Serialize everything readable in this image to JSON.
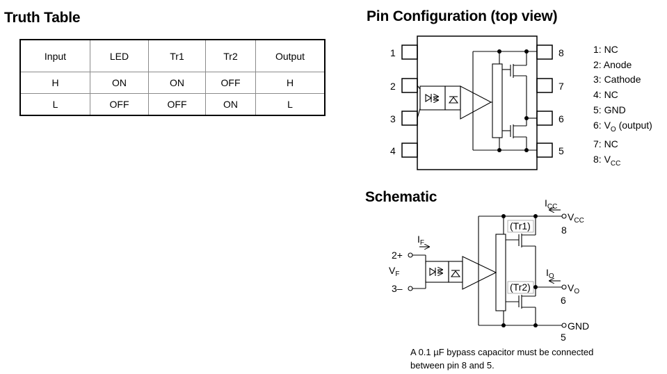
{
  "truth_table": {
    "title": "Truth Table",
    "headers": [
      "Input",
      "LED",
      "Tr1",
      "Tr2",
      "Output"
    ],
    "rows": [
      [
        "H",
        "ON",
        "ON",
        "OFF",
        "H"
      ],
      [
        "L",
        "OFF",
        "OFF",
        "ON",
        "L"
      ]
    ]
  },
  "pin_config": {
    "title": "Pin Configuration (top view)",
    "pin_numbers": {
      "p1": "1",
      "p2": "2",
      "p3": "3",
      "p4": "4",
      "p5": "5",
      "p6": "6",
      "p7": "7",
      "p8": "8"
    },
    "legend": {
      "l1": "1: NC",
      "l2": "2: Anode",
      "l3": "3: Cathode",
      "l4": "4: NC",
      "l5": "5: GND",
      "l6_prefix": "6: V",
      "l6_sub": "O",
      "l6_suffix": " (output)",
      "l7": "7: NC",
      "l8_prefix": "8: V",
      "l8_sub": "CC"
    }
  },
  "schematic": {
    "title": "Schematic",
    "icc": "I",
    "icc_sub": "CC",
    "vcc": "V",
    "vcc_sub": "CC",
    "pin8": "8",
    "if_label": "I",
    "if_sub": "F",
    "pin2": "2+",
    "vf": "V",
    "vf_sub": "F",
    "pin3": "3–",
    "tr1": "(Tr1)",
    "tr2": "(Tr2)",
    "io": "I",
    "io_sub": "O",
    "vo": "V",
    "vo_sub": "O",
    "pin6": "6",
    "gnd": "GND",
    "pin5": "5",
    "note_line1": "A 0.1 µF bypass capacitor must be connected",
    "note_line2": "between pin 8 and 5."
  }
}
